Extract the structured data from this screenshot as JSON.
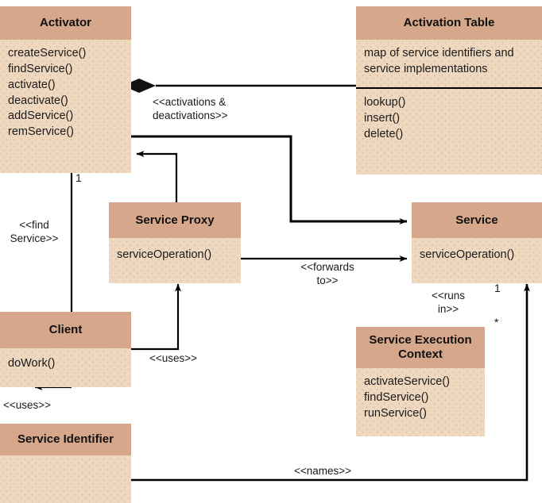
{
  "diagram": {
    "title": "Activator pattern UML class diagram",
    "colors": {
      "header_fill": "#d6a78a",
      "body_fill": "#efd8c0",
      "line": "#000000",
      "text": "#1a1a1a",
      "background": "#ffffff"
    }
  },
  "classes": {
    "activator": {
      "name": "Activator",
      "operations": [
        "createService()",
        "findService()",
        "activate()",
        "deactivate()",
        "addService()",
        "remService()"
      ]
    },
    "activation_table": {
      "name": "Activation Table",
      "attributes": [
        "map of service identifiers and service implementations"
      ],
      "operations": [
        "lookup()",
        "insert()",
        "delete()"
      ]
    },
    "service_proxy": {
      "name": "Service Proxy",
      "operations": [
        "serviceOperation()"
      ]
    },
    "service": {
      "name": "Service",
      "operations": [
        "serviceOperation()"
      ]
    },
    "client": {
      "name": "Client",
      "operations": [
        "doWork()"
      ]
    },
    "service_execution_context": {
      "name": "Service Execution Context",
      "operations": [
        "activateService()",
        "findService()",
        "runService()"
      ]
    },
    "service_identifier": {
      "name": "Service Identifier",
      "operations": []
    }
  },
  "relationships": {
    "activations": {
      "label": "<<activations &\ndeactivations>>",
      "from": "Activator",
      "to": "Activation Table",
      "kind": "aggregation"
    },
    "find_service": {
      "label": "<<find\nService>>",
      "from": "Client",
      "to": "Activator",
      "multiplicity_target": "1",
      "kind": "association"
    },
    "forwards_to": {
      "label": "<<forwards\nto>>",
      "from": "Service Proxy",
      "to": "Service",
      "kind": "dependency"
    },
    "runs_in": {
      "label": "<<runs\nin>>",
      "from": "Service",
      "to": "Service Execution Context",
      "multiplicity_source": "1",
      "multiplicity_target": "*",
      "kind": "dependency"
    },
    "uses_proxy": {
      "label": "<<uses>>",
      "from": "Client",
      "to": "Service Proxy",
      "kind": "dependency"
    },
    "uses_identifier": {
      "label": "<<uses>>",
      "from": "Client",
      "to": "Service Identifier",
      "kind": "dependency"
    },
    "names": {
      "label": "<<names>>",
      "from": "Service Identifier",
      "to": "Service",
      "kind": "dependency"
    },
    "activator_creates": {
      "label": "",
      "from": "Activator",
      "to": "Service",
      "kind": "association"
    },
    "proxy_to_activator": {
      "label": "",
      "from": "Service Proxy",
      "to": "Activator",
      "kind": "association"
    }
  }
}
